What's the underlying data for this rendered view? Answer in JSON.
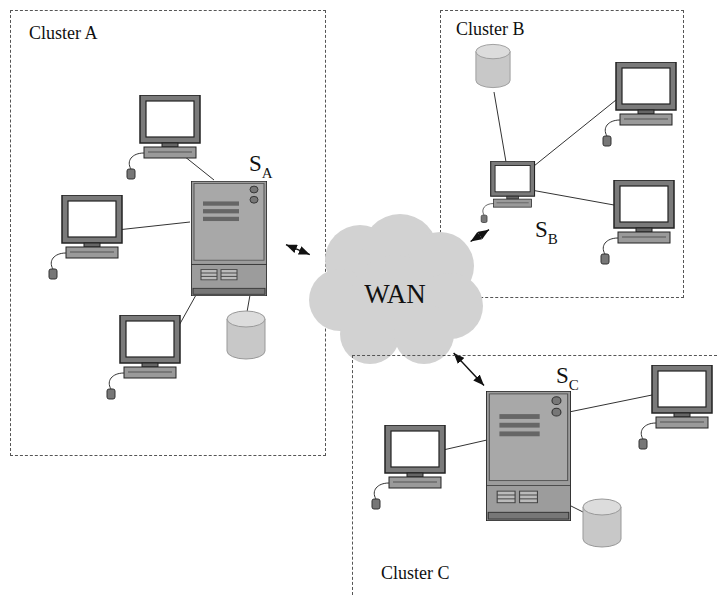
{
  "diagram": {
    "nodes": [
      {
        "text": [
          "Cluster A"
        ]
      },
      {
        "text": [
          "S",
          "A"
        ],
        "in": 0
      },
      {
        "text": [
          "Cluster B"
        ]
      },
      {
        "text": [
          "S",
          "B"
        ],
        "in": 2
      },
      {
        "text": [
          "WAN"
        ]
      },
      {
        "text": [
          "Cluster C"
        ]
      },
      {
        "text": [
          "S",
          "C"
        ],
        "in": 5
      }
    ],
    "edges": [
      {
        "from": 1,
        "to": 4,
        "arrow": "both"
      },
      {
        "from": 3,
        "to": 4,
        "arrow": "both"
      },
      {
        "from": 6,
        "to": 4,
        "arrow": "both"
      }
    ]
  }
}
